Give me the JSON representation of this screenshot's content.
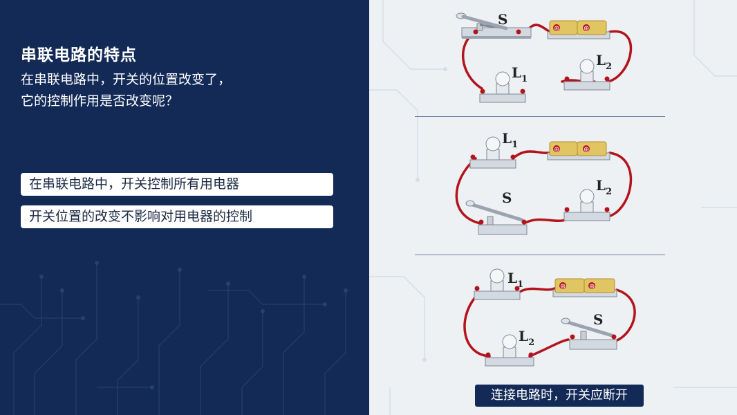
{
  "heading": "串联电路的特点",
  "question_line1": "在串联电路中，开关的位置改变了，",
  "question_line2": "它的控制作用是否改变呢？",
  "conclusions": [
    "在串联电路中，开关控制所有用电器",
    "开关位置的改变不影响对用电器的控制"
  ],
  "note": "连接电路时，开关应断开",
  "labels": {
    "switch": "S",
    "lamp": "L",
    "sub1": "1",
    "sub2": "2",
    "battery_sign": "⊕"
  },
  "colors": {
    "navy": "#132a57",
    "wire": "#b3141c",
    "battery": "#e2c563"
  }
}
